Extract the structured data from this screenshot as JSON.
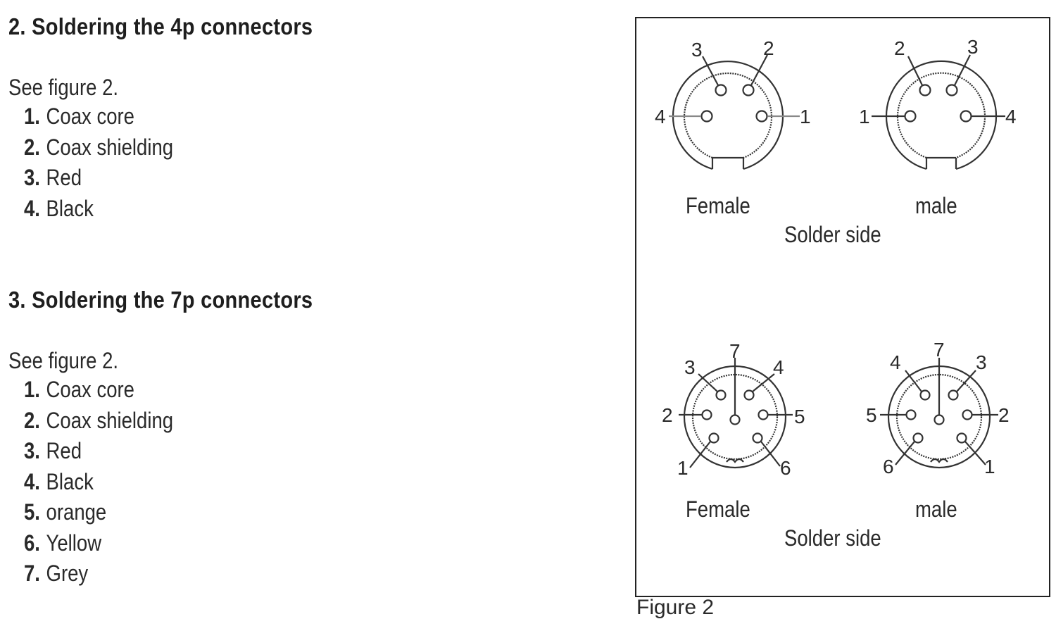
{
  "sections": [
    {
      "heading": "2. Soldering the 4p connectors",
      "intro": "See figure 2.",
      "items": [
        {
          "num": "1.",
          "label": "Coax core"
        },
        {
          "num": "2.",
          "label": "Coax shielding"
        },
        {
          "num": "3.",
          "label": "Red"
        },
        {
          "num": "4.",
          "label": "Black"
        }
      ]
    },
    {
      "heading": "3. Soldering the 7p connectors",
      "intro": "See figure 2.",
      "items": [
        {
          "num": "1.",
          "label": "Coax core"
        },
        {
          "num": "2.",
          "label": "Coax shielding"
        },
        {
          "num": "3.",
          "label": "Red"
        },
        {
          "num": "4.",
          "label": "Black"
        },
        {
          "num": "5.",
          "label": "orange"
        },
        {
          "num": "6.",
          "label": "Yellow"
        },
        {
          "num": "7.",
          "label": "Grey"
        }
      ]
    }
  ],
  "figure": {
    "caption": "Figure 2",
    "panels": [
      {
        "connector": "4p",
        "female_label": "Female",
        "male_label": "male",
        "side_label": "Solder side",
        "female_pins": [
          "3",
          "2",
          "4",
          "1"
        ],
        "male_pins": [
          "2",
          "3",
          "1",
          "4"
        ]
      },
      {
        "connector": "7p",
        "female_label": "Female",
        "male_label": "male",
        "side_label": "Solder side",
        "female_pins": [
          "7",
          "3",
          "4",
          "2",
          "5",
          "1",
          "6"
        ],
        "male_pins": [
          "7",
          "4",
          "3",
          "5",
          "2",
          "6",
          "1"
        ]
      }
    ]
  }
}
